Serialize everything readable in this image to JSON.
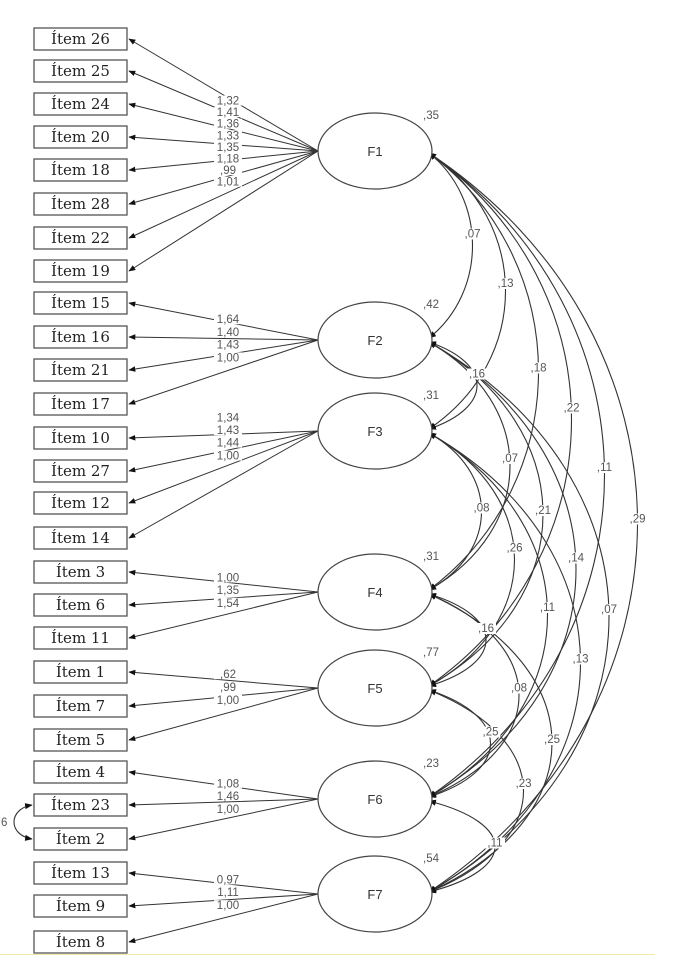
{
  "diagram": {
    "type": "confirmatory factor analysis path diagram",
    "factors": [
      {
        "id": "F1",
        "label": "F1",
        "variance": ",35",
        "indicators": [
          {
            "label": "Ítem 26",
            "loading": "1,32"
          },
          {
            "label": "Ítem 25",
            "loading": "1,41"
          },
          {
            "label": "Ítem 24",
            "loading": "1,36"
          },
          {
            "label": "Ítem 20",
            "loading": "1,33"
          },
          {
            "label": "Ítem 18",
            "loading": "1,35"
          },
          {
            "label": "Ítem 28",
            "loading": "1,18"
          },
          {
            "label": "Ítem 22",
            "loading": ",99"
          },
          {
            "label": "Ítem 19",
            "loading": "1,01"
          }
        ]
      },
      {
        "id": "F2",
        "label": "F2",
        "variance": ",42",
        "indicators": [
          {
            "label": "Ítem 15",
            "loading": "1,64"
          },
          {
            "label": "Ítem 16",
            "loading": "1,40"
          },
          {
            "label": "Ítem 21",
            "loading": "1,43"
          },
          {
            "label": "Ítem 17",
            "loading": "1,00"
          }
        ]
      },
      {
        "id": "F3",
        "label": "F3",
        "variance": ",31",
        "indicators": [
          {
            "label": "Ítem 10",
            "loading": "1,34"
          },
          {
            "label": "Ítem 27",
            "loading": "1,43"
          },
          {
            "label": "Ítem 12",
            "loading": "1,44"
          },
          {
            "label": "Ítem 14",
            "loading": "1,00"
          }
        ]
      },
      {
        "id": "F4",
        "label": "F4",
        "variance": ",31",
        "indicators": [
          {
            "label": "Ítem 3",
            "loading": "1,00"
          },
          {
            "label": "Ítem 6",
            "loading": "1,35"
          },
          {
            "label": "Ítem 11",
            "loading": "1,54"
          }
        ]
      },
      {
        "id": "F5",
        "label": "F5",
        "variance": ",77",
        "indicators": [
          {
            "label": "Ítem 1",
            "loading": ",62"
          },
          {
            "label": "Ítem 7",
            "loading": ",99"
          },
          {
            "label": "Ítem 5",
            "loading": "1,00"
          }
        ]
      },
      {
        "id": "F6",
        "label": "F6",
        "variance": ",23",
        "indicators": [
          {
            "label": "Ítem 4",
            "loading": "1,08"
          },
          {
            "label": "Ítem 23",
            "loading": "1,46"
          },
          {
            "label": "Ítem 2",
            "loading": "1,00"
          }
        ]
      },
      {
        "id": "F7",
        "label": "F7",
        "variance": ",54",
        "indicators": [
          {
            "label": "Ítem 13",
            "loading": "0,97"
          },
          {
            "label": "Ítem 9",
            "loading": "1,11"
          },
          {
            "label": "Ítem 8",
            "loading": "1,00"
          }
        ]
      }
    ],
    "covariances": [
      {
        "from": "F1",
        "to": "F2",
        "value": ",07"
      },
      {
        "from": "F1",
        "to": "F3",
        "value": ",13"
      },
      {
        "from": "F1",
        "to": "F4",
        "value": ",18"
      },
      {
        "from": "F1",
        "to": "F5",
        "value": ",22"
      },
      {
        "from": "F1",
        "to": "F6",
        "value": ",11"
      },
      {
        "from": "F1",
        "to": "F7",
        "value": ",29"
      },
      {
        "from": "F2",
        "to": "F3",
        "value": ",16"
      },
      {
        "from": "F2",
        "to": "F4",
        "value": ",07"
      },
      {
        "from": "F2",
        "to": "F5",
        "value": ",21"
      },
      {
        "from": "F2",
        "to": "F6",
        "value": ",14"
      },
      {
        "from": "F2",
        "to": "F7",
        "value": ",07"
      },
      {
        "from": "F3",
        "to": "F4",
        "value": ",08"
      },
      {
        "from": "F3",
        "to": "F5",
        "value": ",26"
      },
      {
        "from": "F3",
        "to": "F6",
        "value": ",11"
      },
      {
        "from": "F3",
        "to": "F7",
        "value": ",13"
      },
      {
        "from": "F4",
        "to": "F5",
        "value": ",16"
      },
      {
        "from": "F4",
        "to": "F6",
        "value": ",08"
      },
      {
        "from": "F4",
        "to": "F7",
        "value": ",25"
      },
      {
        "from": "F5",
        "to": "F6",
        "value": ",25"
      },
      {
        "from": "F5",
        "to": "F7",
        "value": ",23"
      },
      {
        "from": "F6",
        "to": "F7",
        "value": ",11"
      }
    ],
    "error_covariances": [
      {
        "from": "Ítem 23",
        "to": "Ítem 2",
        "value": "6"
      }
    ]
  }
}
